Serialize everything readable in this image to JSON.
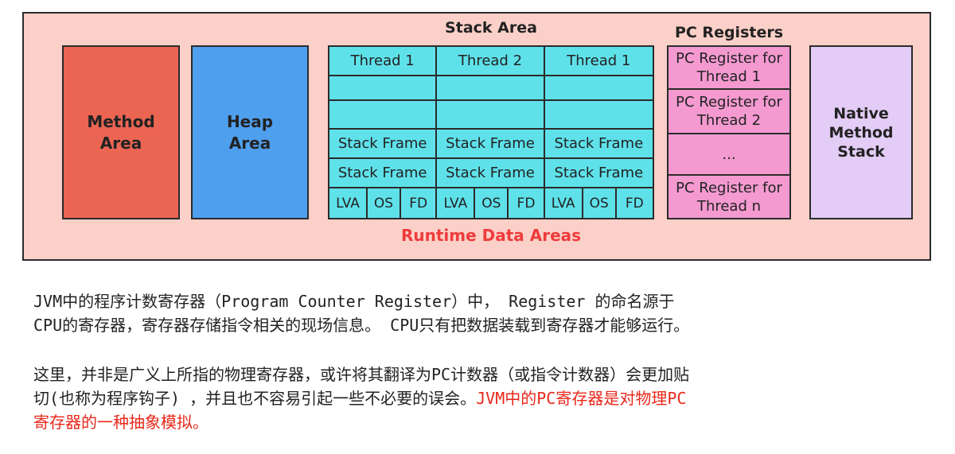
{
  "diagram": {
    "method_area": "Method\nArea",
    "heap_area": "Heap\nArea",
    "stack_area": {
      "title": "Stack Area",
      "headers": [
        "Thread 1",
        "Thread 2",
        "Thread 1"
      ],
      "frame_label": "Stack Frame",
      "frame_parts": [
        "LVA",
        "OS",
        "FD"
      ]
    },
    "pc_registers": {
      "title": "PC Registers",
      "cells": [
        "PC Register for\nThread 1",
        "PC Register for\nThread 2",
        "...",
        "PC Register for\nThread n"
      ]
    },
    "native_stack": "Native\nMethod\nStack",
    "runtime_label": "Runtime Data Areas"
  },
  "description": {
    "paragraph1_line1": "JVM中的程序计数寄存器（Program Counter Register）中， Register 的命名源于",
    "paragraph1_line2": "CPU的寄存器，寄存器存储指令相关的现场信息。 CPU只有把数据装载到寄存器才能够运行。",
    "paragraph2_line1": "这里，并非是广义上所指的物理寄存器，或许将其翻译为PC计数器（或指令计数器）会更加贴",
    "paragraph2_line2_plain": "切(也称为程序钩子) ，并且也不容易引起一些不必要的误会。",
    "paragraph2_line2_highlight": "JVM中的PC寄存器是对物理PC",
    "paragraph2_line3_highlight": "寄存器的一种抽象模拟。",
    "highlight_color": "#e8281b"
  }
}
